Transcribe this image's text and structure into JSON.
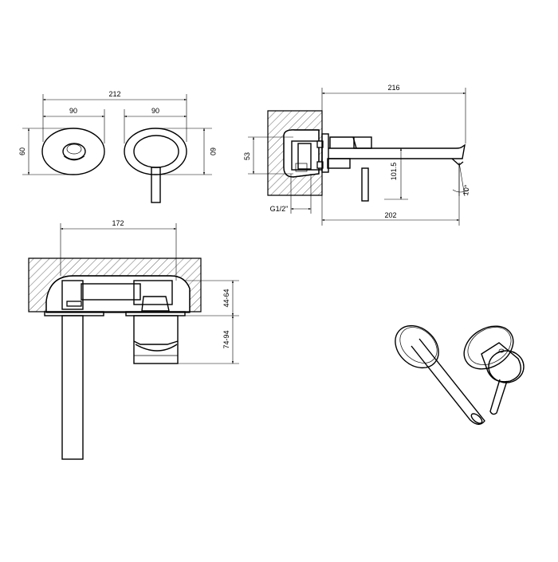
{
  "diagram": {
    "dimensions": {
      "top_total_width": "212",
      "top_left_width": "90",
      "top_right_width": "90",
      "top_left_height": "60",
      "top_right_height": "60",
      "side_overall": "216",
      "side_height_53": "53",
      "side_height_101": "101.5",
      "side_thread": "G1/2\"",
      "side_spout_length": "202",
      "side_angle": "10°",
      "front_width": "172",
      "front_depth_1": "44-64",
      "front_depth_2": "74-94"
    }
  }
}
